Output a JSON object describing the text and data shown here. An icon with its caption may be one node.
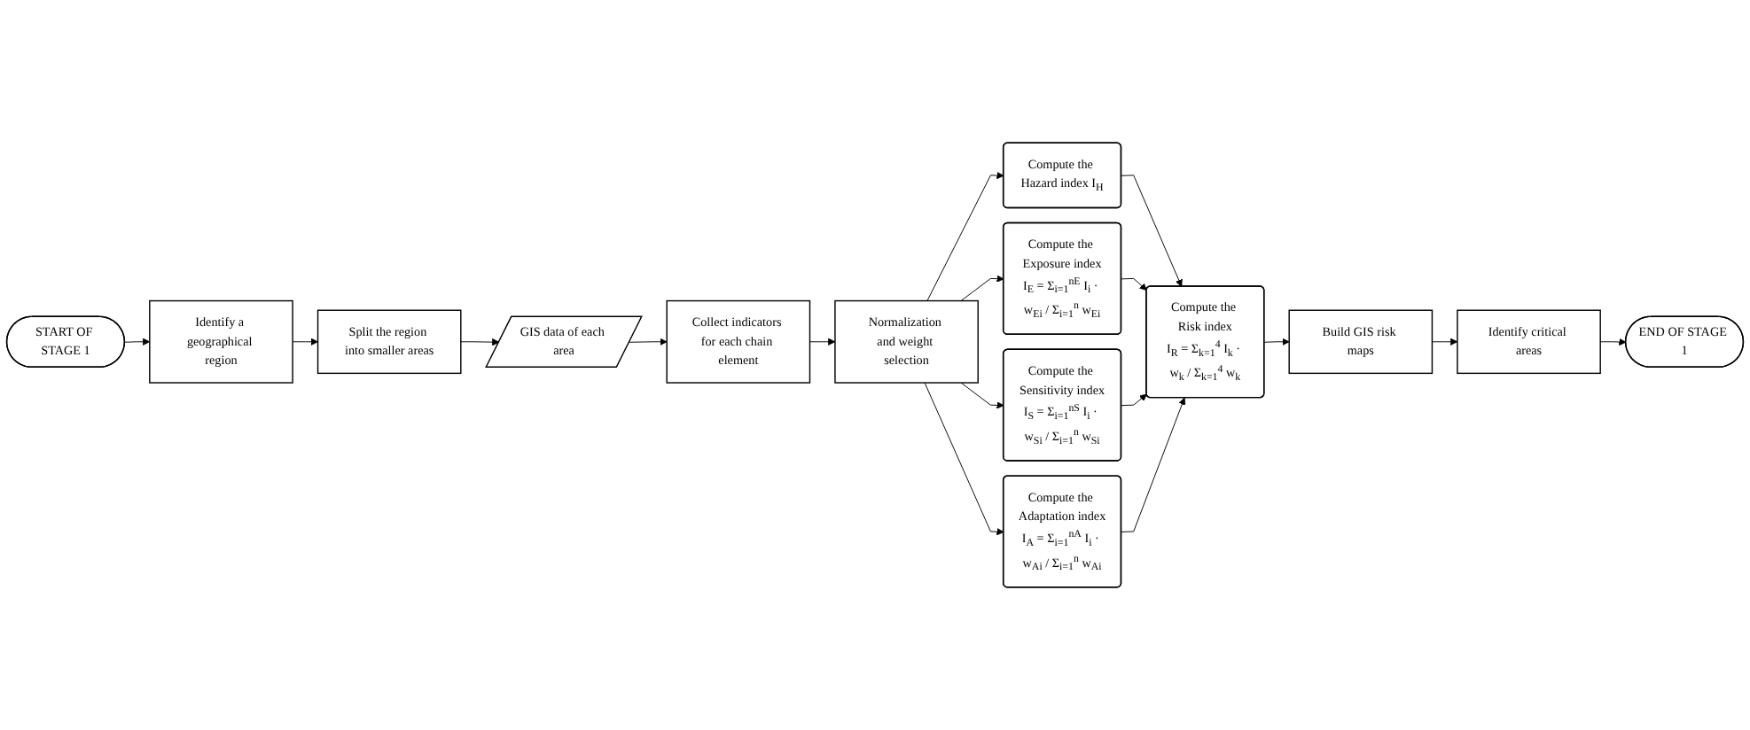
{
  "diagram": {
    "nodes": [
      {
        "text": [
          "START OF STAGE 1"
        ]
      },
      {
        "text": [
          "Identify a geographical region"
        ]
      },
      {
        "text": [
          "Split the region into smaller areas"
        ]
      },
      {
        "text": [
          "GIS data of each area"
        ]
      },
      {
        "text": [
          "Collect indicators for each chain element"
        ]
      },
      {
        "text": [
          "Normalization and weight selection"
        ]
      },
      {
        "text": [
          "Compute the Hazard index I$_{H}$"
        ]
      },
      {
        "text": [
          "Compute the Exposure index",
          "I$_{E}$ = Σ$_{i=1}$$^{nE}$ I$_{i}$ · w$_{Ei}$ / Σ$_{i=1}$$^{n}$ w$_{Ei}$"
        ]
      },
      {
        "text": [
          "Compute the Sensitivity index",
          "I$_{S}$ = Σ$_{i=1}$$^{nS}$ I$_{i}$ · w$_{Si}$ / Σ$_{i=1}$$^{n}$ w$_{Si}$"
        ]
      },
      {
        "text": [
          "Compute the Adaptation index",
          "I$_{A}$ = Σ$_{i=1}$$^{nA}$ I$_{i}$ · w$_{Ai}$ / Σ$_{i=1}$$^{n}$ w$_{Ai}$"
        ]
      },
      {
        "text": [
          "Compute the Risk index",
          "I$_{R}$ = Σ$_{k=1}$$^{4}$ I$_{k}$ · w$_{k}$ / Σ$_{k=1}$$^{4}$ w$_{k}$"
        ]
      },
      {
        "text": [
          "Build GIS risk maps"
        ]
      },
      {
        "text": [
          "Identify critical areas"
        ]
      },
      {
        "text": [
          "END OF STAGE 1"
        ]
      }
    ],
    "edges": [
      {
        "from": 0,
        "to": 1,
        "arrow": "to"
      },
      {
        "from": 1,
        "to": 2,
        "arrow": "to"
      },
      {
        "from": 2,
        "to": 3,
        "arrow": "to"
      },
      {
        "from": 3,
        "to": 4,
        "arrow": "to"
      },
      {
        "from": 4,
        "to": 5,
        "arrow": "to"
      },
      {
        "from": 5,
        "to": 6,
        "arrow": "to"
      },
      {
        "from": 5,
        "to": 7,
        "arrow": "to"
      },
      {
        "from": 5,
        "to": 8,
        "arrow": "to"
      },
      {
        "from": 5,
        "to": 9,
        "arrow": "to"
      },
      {
        "from": 6,
        "to": 10,
        "arrow": "to"
      },
      {
        "from": 7,
        "to": 10,
        "arrow": "to"
      },
      {
        "from": 8,
        "to": 10,
        "arrow": "to"
      },
      {
        "from": 9,
        "to": 10,
        "arrow": "to"
      },
      {
        "from": 10,
        "to": 11,
        "arrow": "to"
      },
      {
        "from": 11,
        "to": 12,
        "arrow": "to"
      },
      {
        "from": 12,
        "to": 13,
        "arrow": "to"
      }
    ]
  }
}
